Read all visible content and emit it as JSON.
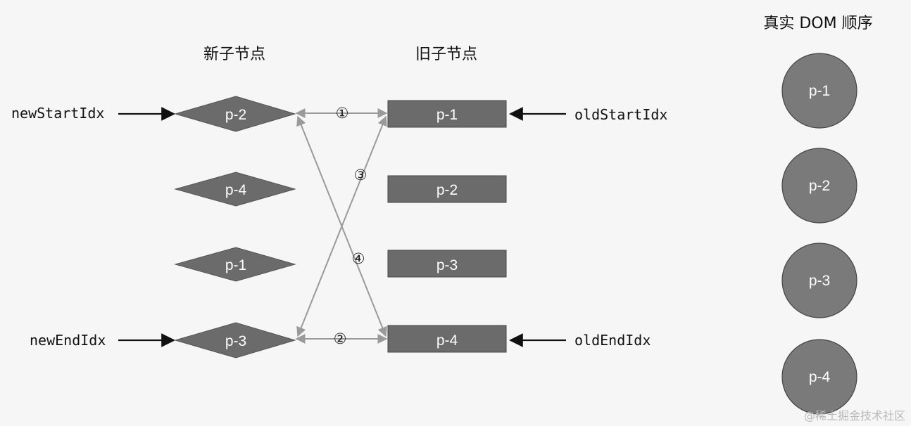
{
  "headings": {
    "new_children": "新子节点",
    "old_children": "旧子节点",
    "real_dom": "真实 DOM 顺序"
  },
  "pointers": {
    "new_start": "newStartIdx",
    "new_end": "newEndIdx",
    "old_start": "oldStartIdx",
    "old_end": "oldEndIdx"
  },
  "new_nodes": [
    "p-2",
    "p-4",
    "p-1",
    "p-3"
  ],
  "old_nodes": [
    "p-1",
    "p-2",
    "p-3",
    "p-4"
  ],
  "dom_nodes": [
    "p-1",
    "p-2",
    "p-3",
    "p-4"
  ],
  "comparisons": [
    "①",
    "②",
    "③",
    "④"
  ],
  "watermark": "@稀土掘金技术社区",
  "colors": {
    "background": "#f6f6f6",
    "node_fill": "#6b6b6b",
    "dom_node_fill": "#7a7a7a",
    "connector": "#9a9a9a",
    "pointer_arrow": "#111111"
  }
}
